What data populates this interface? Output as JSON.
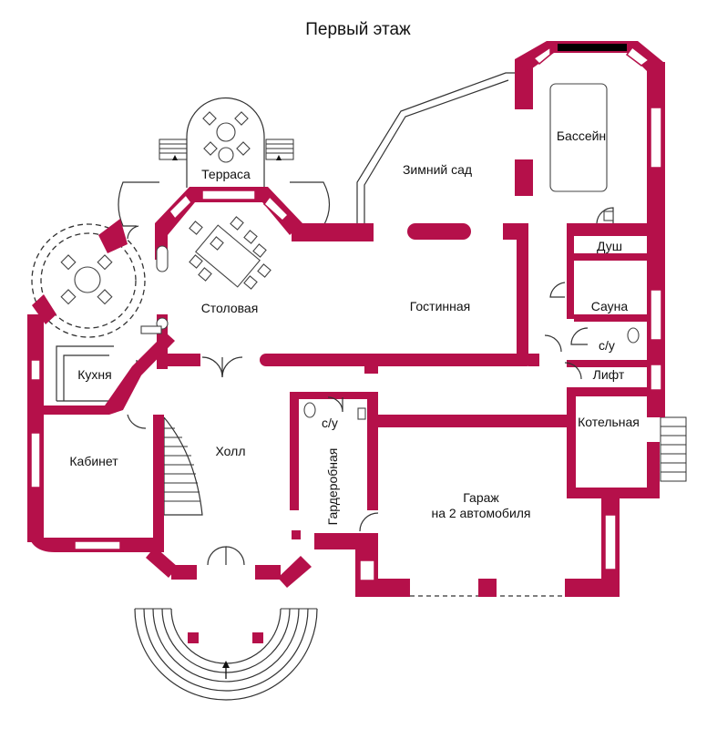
{
  "title": "Первый этаж",
  "rooms": {
    "terrace": "Терраса",
    "winter_garden": "Зимний сад",
    "pool": "Бассейн",
    "shower": "Душ",
    "dining": "Столовая",
    "living": "Гостинная",
    "sauna": "Сауна",
    "wc_right": "с/у",
    "lift": "Лифт",
    "kitchen": "Кухня",
    "boiler": "Котельная",
    "wc_center": "с/у",
    "hall": "Холл",
    "study": "Кабинет",
    "wardrobe": "Гардеробная",
    "garage_line1": "Гараж",
    "garage_line2": "на 2 автомобиля"
  },
  "colors": {
    "wall": "#b5104a",
    "background": "#ffffff",
    "text": "#111111"
  }
}
